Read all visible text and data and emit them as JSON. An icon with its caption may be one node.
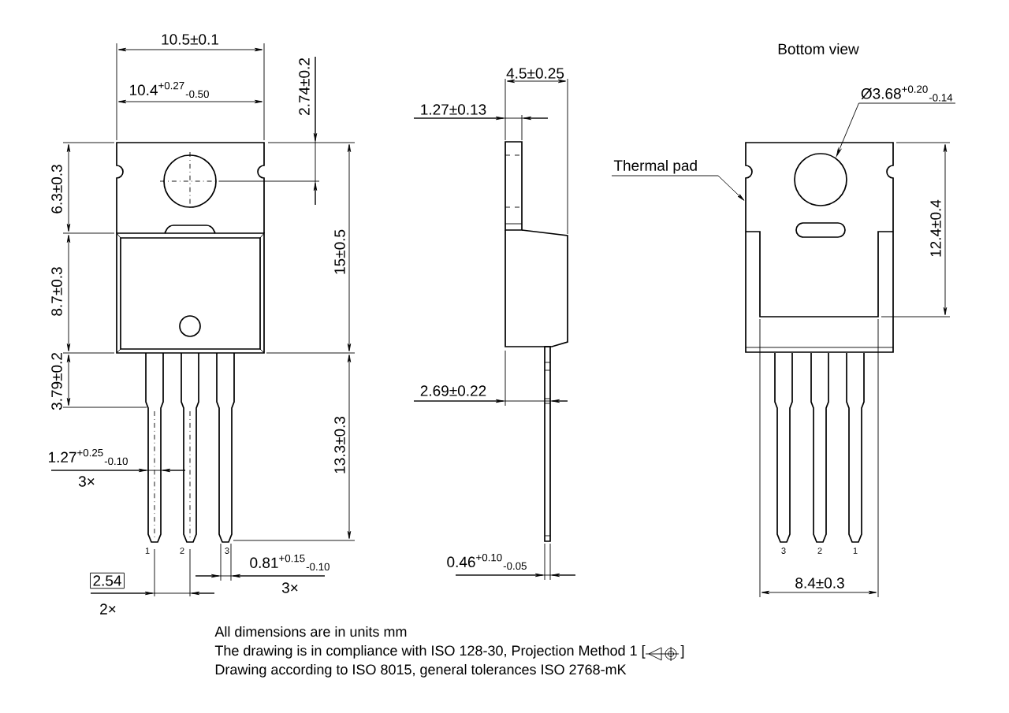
{
  "diagram": {
    "nodes": [
      {
        "text": [
          "Ø3.68$^{+0.20}$$_{-0.14}$"
        ]
      },
      {
        "text": [],
        "shape": "picture"
      },
      {
        "text": [],
        "shape": "circle",
        "in": 1
      },
      {
        "text": [
          "Thermal pad"
        ]
      }
    ],
    "edges": [
      {
        "from": 0,
        "to": 2,
        "arrow": "to"
      },
      {
        "from": 3,
        "to": 1,
        "arrow": "to"
      }
    ],
    "labels": [
      "10.5±0.1",
      "4.5±0.25",
      "Bottom view",
      "10.4$^{+0.27}$$_{-0.50}$",
      "2.74±0.2",
      "1.27±0.13",
      "6.3±0.3",
      "15±0.5",
      "12.4±0.4",
      "8.7±0.3",
      "3.79±0.2",
      "2.69±0.22",
      "1.27$^{+0.25}$$_{-0.10}$",
      "3×",
      "13.3±0.3",
      "1",
      "2",
      "3",
      "3",
      "2",
      "1",
      "0.81$^{+0.15}$$_{-0.10}$",
      "3×",
      "0.46$^{+0.10}$$_{-0.05}$",
      "2.54",
      "8.4±0.3",
      "2×",
      "All dimensions are in units mm",
      "The drawing is in compliance with ISO 128-30, Projection Method 1 [",
      "]",
      "Drawing according to ISO 8015, general tolerances ISO 2768-mK"
    ]
  }
}
